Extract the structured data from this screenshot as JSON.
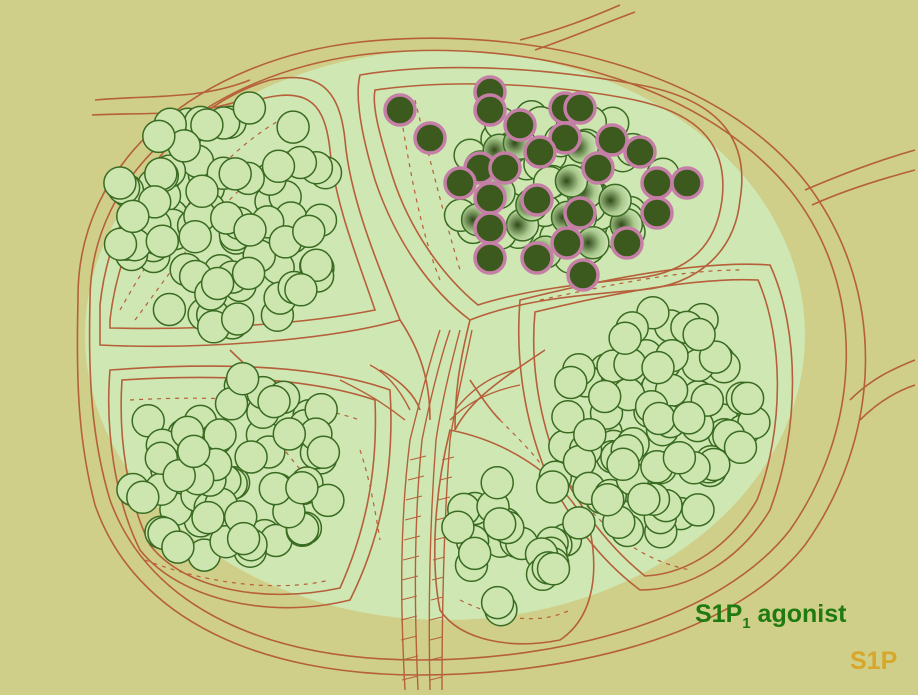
{
  "colors": {
    "background": "#cfcf8a",
    "node_fill": "#cfe7b3",
    "outline": "#b5603a",
    "lymphocyte_fill": "#cde6b0",
    "lymphocyte_stroke": "#3a6b22",
    "retained_fill": "#3d5a1e",
    "retained_stroke": "#c57ea6",
    "agonist_text": "#1f7a10",
    "s1p_text": "#d7a62a"
  },
  "labels": {
    "agonist_prefix": "S1P",
    "agonist_subscript": "1",
    "agonist_suffix": " agonist",
    "s1p_text": "S1P"
  }
}
